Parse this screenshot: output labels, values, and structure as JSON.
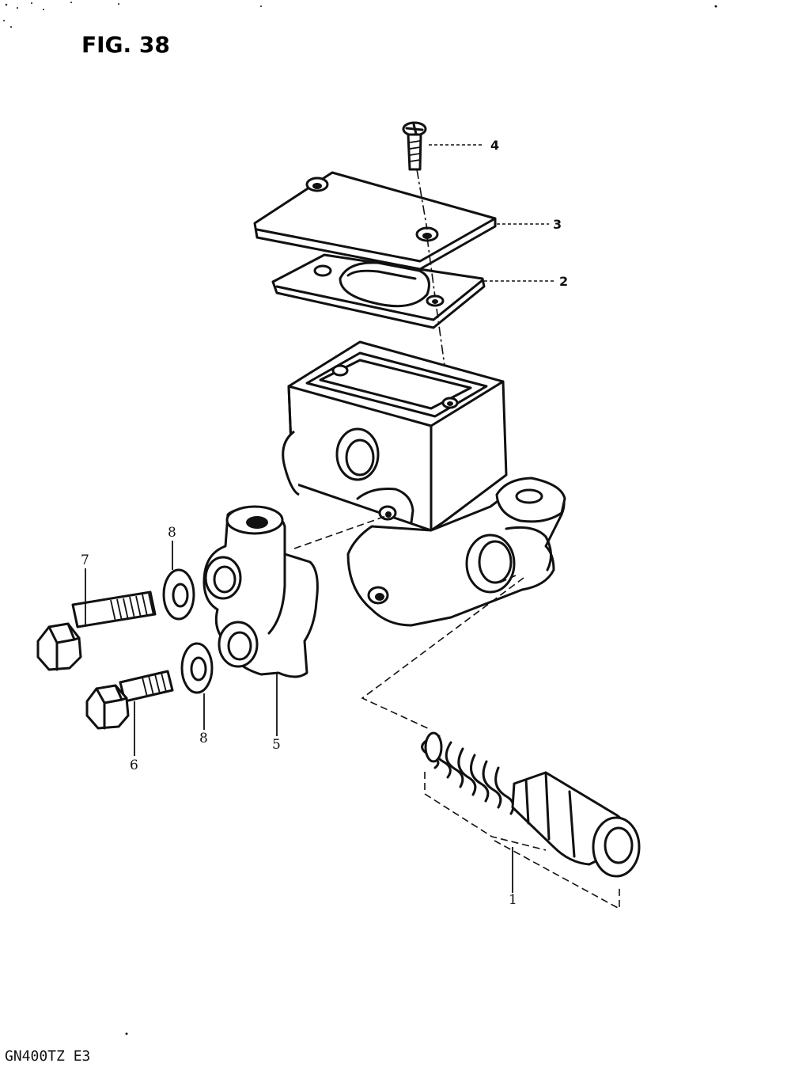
{
  "figure": {
    "title": "FIG. 38",
    "model_code": "GN400TZ E3"
  },
  "callouts": {
    "c1": "1",
    "c2": "2",
    "c3": "3",
    "c4": "4",
    "c5": "5",
    "c6": "6",
    "c7": "7",
    "c8a": "8",
    "c8b": "8"
  }
}
